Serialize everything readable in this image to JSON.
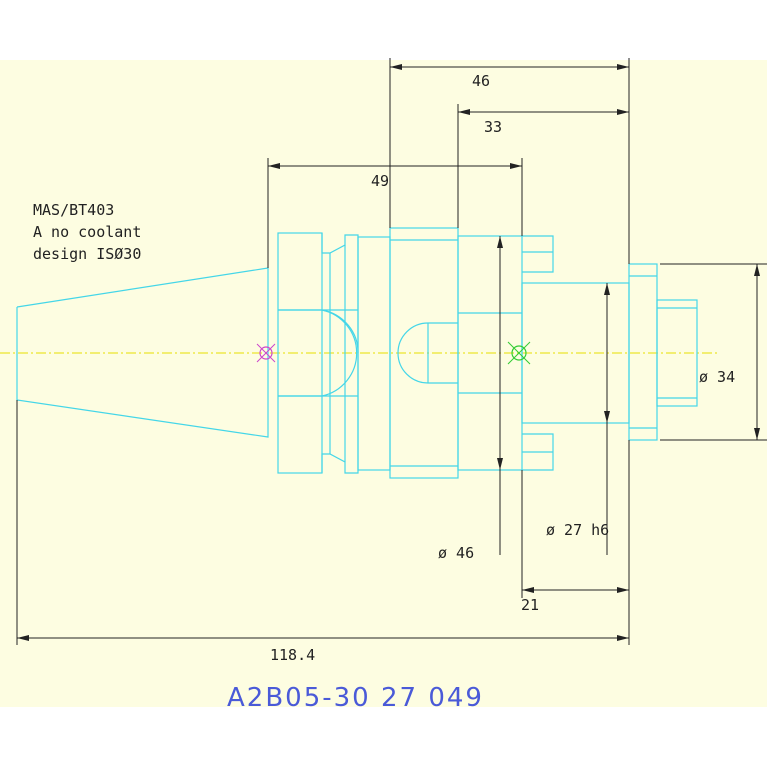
{
  "notes": {
    "line1": "MAS/BT403",
    "line2": "A no coolant",
    "line3": "design ISØ30"
  },
  "dimensions": {
    "d46_len": "46",
    "d33": "33",
    "d49": "49",
    "dia34": "ø 34",
    "dia27": "ø 27 h6",
    "dia46": "ø 46",
    "d21": "21",
    "d118": "118.4"
  },
  "part_number": "A2B05-30 27 049",
  "colors": {
    "background": "#fdfde1",
    "geometry": "#44d6e8",
    "dimension": "#222222",
    "centerline": "#e8e000",
    "part_number": "#4a5ad8"
  }
}
